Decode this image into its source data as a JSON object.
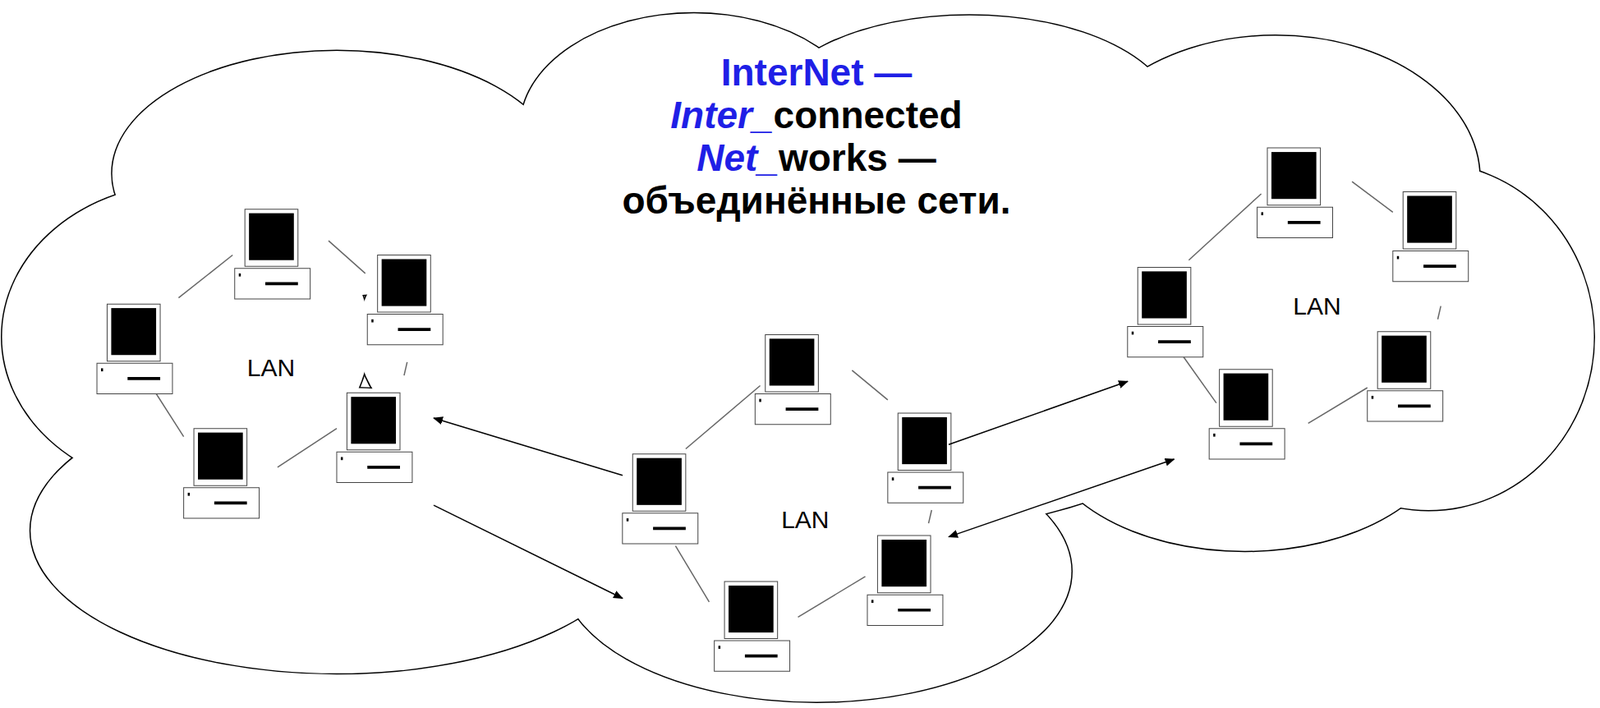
{
  "diagram": {
    "nodes": [
      {
        "text": [
          "InterNet — Inter_connected Net_works — объединённые сети."
        ]
      },
      {
        "text": [
          "LAN"
        ],
        "in": 0
      },
      {
        "text": [
          "LAN"
        ],
        "in": 0
      },
      {
        "text": [
          "LAN"
        ],
        "in": 0
      }
    ],
    "edges": [
      {
        "from": 3,
        "to": 1,
        "arrow": "to"
      },
      {
        "from": 1,
        "to": 3,
        "arrow": "to"
      },
      {
        "from": 3,
        "to": 2,
        "arrow": "to"
      },
      {
        "from": 2,
        "to": 3,
        "arrow": "both"
      }
    ]
  }
}
